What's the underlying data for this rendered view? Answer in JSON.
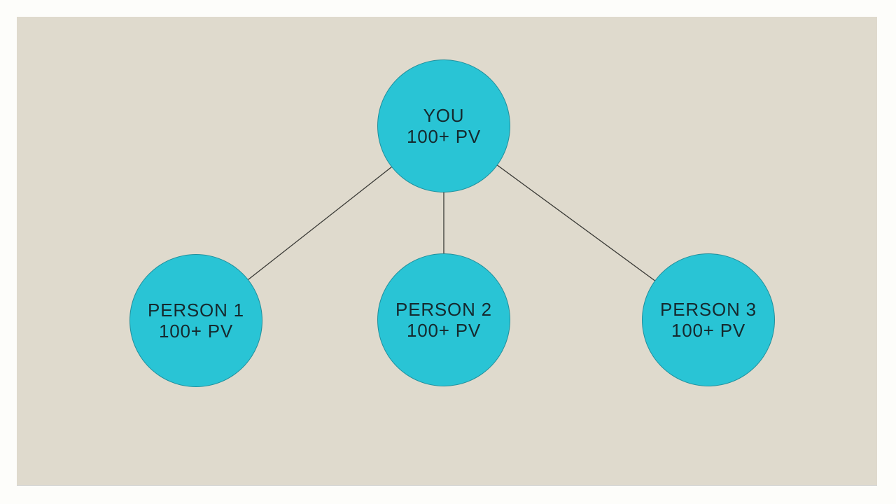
{
  "slide": {
    "colors": {
      "page_background": "#FDFDFA",
      "slide_background": "#DFDACD",
      "node_fill": "#29C4D5",
      "node_border": "#19646E",
      "connector": "#3A3A36",
      "text": "#15292E"
    },
    "nodes": [
      {
        "id": "you",
        "label": "YOU",
        "sublabel": "100+ PV"
      },
      {
        "id": "person1",
        "label": "PERSON 1",
        "sublabel": "100+ PV"
      },
      {
        "id": "person2",
        "label": "PERSON 2",
        "sublabel": "100+ PV"
      },
      {
        "id": "person3",
        "label": "PERSON 3",
        "sublabel": "100+ PV"
      }
    ]
  }
}
